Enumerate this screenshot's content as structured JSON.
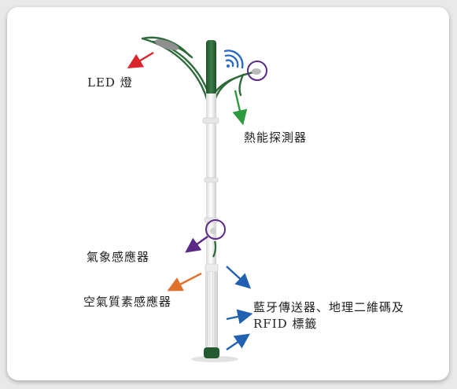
{
  "labels": {
    "led": "LED 燈",
    "thermal": "熱能探測器",
    "weather": "氣象感應器",
    "air": "空氣質素感應器",
    "bt_line1": "藍牙傳送器、地理二維碼及",
    "bt_line2": "RFID 標籤"
  },
  "colors": {
    "pole_green": "#2f6b3a",
    "pole_white": "#f4f4f4",
    "arrow_red": "#d9252b",
    "arrow_green": "#2e9a3e",
    "arrow_purple": "#5b2a86",
    "arrow_orange": "#e0712a",
    "arrow_blue": "#2161b1",
    "wifi_blue": "#2b6bc4",
    "circle_purple": "#5b2a86"
  },
  "icons": [
    "wifi-icon"
  ]
}
